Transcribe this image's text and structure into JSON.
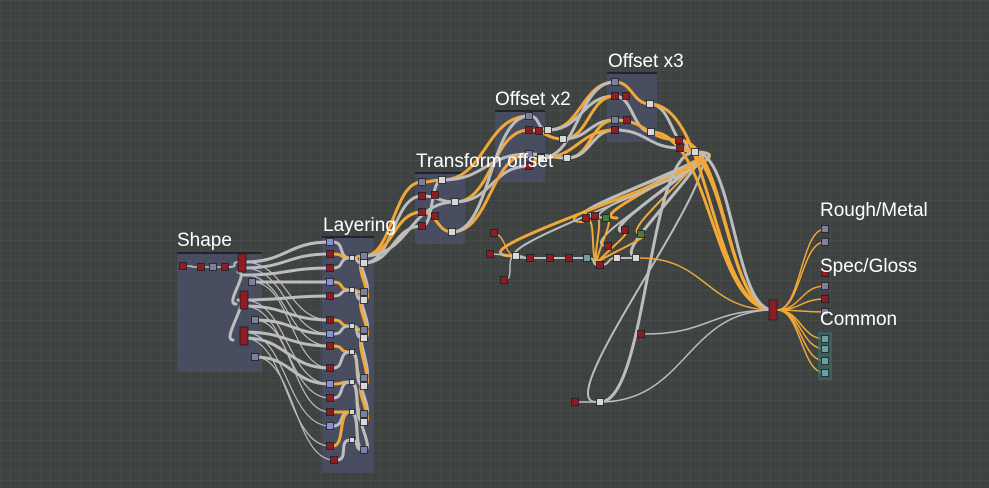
{
  "app": {
    "title": "Node graph"
  },
  "frames": {
    "shape": {
      "title": "Shape"
    },
    "layering": {
      "title": "Layering"
    },
    "transform_offset": {
      "title": "Transform offset"
    },
    "offset_x2": {
      "title": "Offset x2"
    },
    "offset_x3": {
      "title": "Offset x3"
    },
    "rough_metal": {
      "title": "Rough/Metal"
    },
    "spec_gloss": {
      "title": "Spec/Gloss"
    },
    "common": {
      "title": "Common"
    }
  },
  "colors": {
    "background": "#3e4240",
    "frame_fill": "#4e5678",
    "wire_gray": "#bdbdbd",
    "wire_orange": "#f0a838",
    "node_red": "#8e1c24",
    "node_blue": "#8a8edc",
    "node_gray": "#7b80a0",
    "node_white": "#d8d8d8",
    "node_teal": "#6aa0a0",
    "node_green": "#3f7f3f"
  }
}
